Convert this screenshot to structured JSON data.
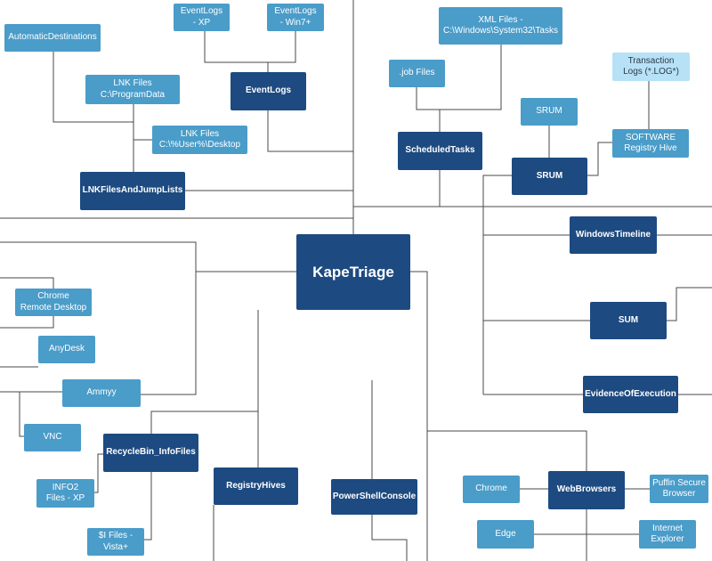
{
  "nodes": {
    "kapetriage": "KapeTriage",
    "eventlogs": "EventLogs",
    "eventlogs_xp": "EventLogs\n- XP",
    "eventlogs_win7": "EventLogs\n- Win7+",
    "automatic_destinations": "AutomaticDestinations",
    "lnk_programdata": "LNK Files\nC:\\ProgramData",
    "lnk_desktop": "LNK Files\nC:\\%User%\\Desktop",
    "lnkfiles_jumplists": "LNKFilesAndJumpLists",
    "xml_files": "XML Files -\nC:\\Windows\\System32\\Tasks",
    "job_files": ".job Files",
    "scheduledtasks": "ScheduledTasks",
    "transaction_logs": "Transaction\nLogs (*.LOG*)",
    "srum_leaf": "SRUM",
    "software_hive": "SOFTWARE\nRegistry Hive",
    "srum": "SRUM",
    "windowstimeline": "WindowsTimeline",
    "sum": "SUM",
    "evidenceofexecution": "EvidenceOfExecution",
    "chrome_remote": "Chrome\nRemote Desktop",
    "anydesk": "AnyDesk",
    "ammyy": "Ammyy",
    "vnc": "VNC",
    "recyclebin": "RecycleBin_InfoFiles",
    "info2": "INFO2\nFiles - XP",
    "i_files": "$I Files -\nVista+",
    "registryhives": "RegistryHives",
    "powershellconsole": "PowerShellConsole",
    "chrome": "Chrome",
    "webbrowsers": "WebBrowsers",
    "puffin": "Puffin Secure\nBrowser",
    "edge": "Edge",
    "internet_explorer": "Internet\nExplorer"
  },
  "colors": {
    "primary_dark": "#1d4a80",
    "secondary_light": "#4a9cc9",
    "tertiary_pale": "#b7e1f6",
    "connector": "#4a4a4a"
  }
}
